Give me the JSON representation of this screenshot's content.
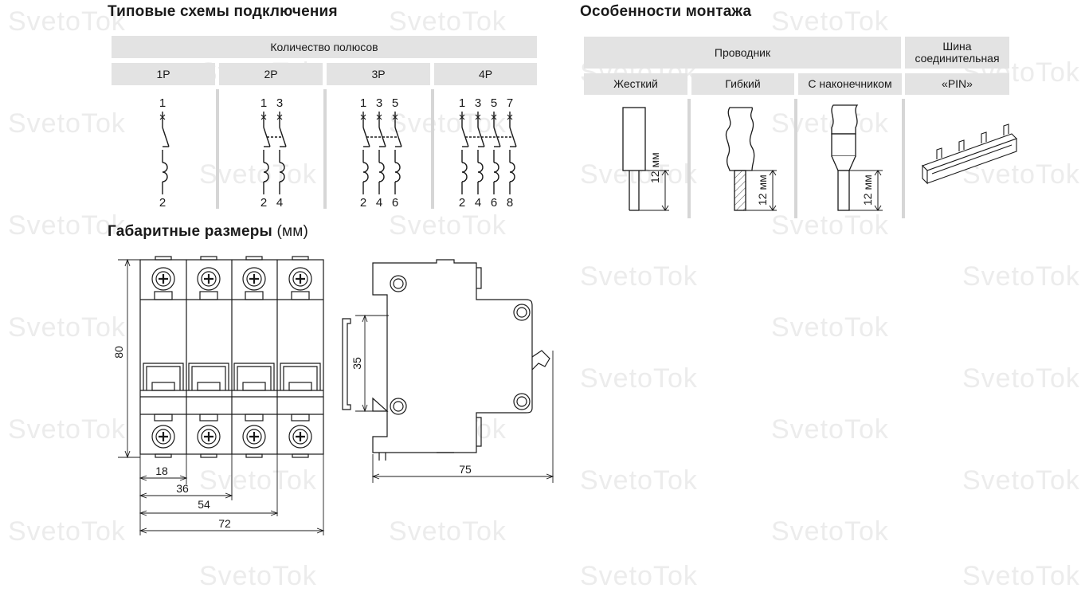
{
  "watermark": "SvetoTok",
  "wiring": {
    "title": "Типовые схемы подключения",
    "poles_header": "Количество полюсов",
    "columns": [
      {
        "label": "1P",
        "top": [
          "1"
        ],
        "bottom": [
          "2"
        ]
      },
      {
        "label": "2P",
        "top": [
          "1",
          "3"
        ],
        "bottom": [
          "2",
          "4"
        ]
      },
      {
        "label": "3P",
        "top": [
          "1",
          "3",
          "5"
        ],
        "bottom": [
          "2",
          "4",
          "6"
        ]
      },
      {
        "label": "4P",
        "top": [
          "1",
          "3",
          "5",
          "7"
        ],
        "bottom": [
          "2",
          "4",
          "6",
          "8"
        ]
      }
    ]
  },
  "mounting": {
    "title": "Особенности монтажа",
    "conductor_header": "Проводник",
    "bus_header": "Шина соединительная",
    "conductor_types": [
      "Жесткий",
      "Гибкий",
      "С наконечником"
    ],
    "bus_type": "«PIN»",
    "strip_length": "12 мм"
  },
  "dimensions": {
    "title": "Габаритные размеры",
    "unit": "(мм)",
    "height": "80",
    "rail": "35",
    "depth": "75",
    "widths": [
      "18",
      "36",
      "54",
      "72"
    ]
  }
}
